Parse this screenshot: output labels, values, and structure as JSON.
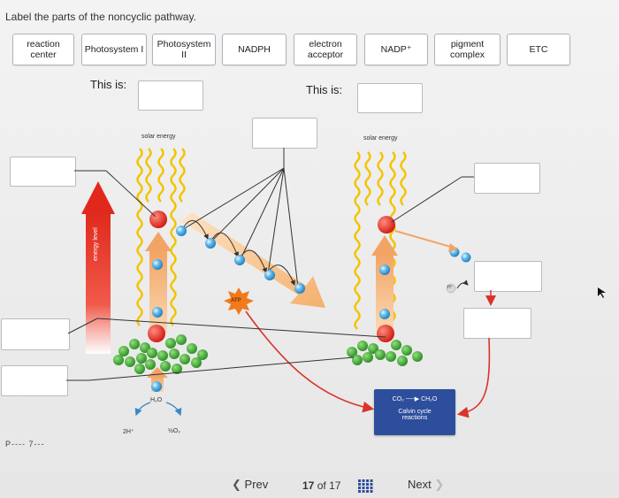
{
  "prompt": "Label the parts of the noncyclic pathway.",
  "chips": [
    {
      "text": "reaction\ncenter"
    },
    {
      "text": "Photosystem I"
    },
    {
      "text": "Photosystem\nII"
    },
    {
      "text": "NADPH"
    },
    {
      "text": "electron\nacceptor"
    },
    {
      "text": "NADP⁺"
    },
    {
      "text": "pigment\ncomplex"
    },
    {
      "text": "ETC"
    }
  ],
  "this_is_left": "This is:",
  "this_is_right": "This is:",
  "diagram": {
    "solar_energy_left": "solar energy",
    "solar_energy_right": "solar energy",
    "energy_level": "energy level",
    "atp": "ATP",
    "h2o": "H₂O",
    "two_h": "2H⁺",
    "half_o2": "½O₂",
    "h_plus": "H⁺",
    "calvin_eq_left": "CO₂",
    "calvin_eq_right": "CH₂O",
    "calvin_label": "Calvin cycle\nreactions"
  },
  "footer_left": "P---- 7---",
  "nav": {
    "prev": "Prev",
    "current": "17",
    "of": "of",
    "total": "17",
    "next": "Next"
  },
  "colors": {
    "chip_border": "#aeb4bb",
    "arrow_red": "#e0291c",
    "arrow_peach": "#f5b57a",
    "electron_blue": "#3a9ed8",
    "chlorophyll_green": "#3d9a32",
    "calvin_blue": "#2d4e9c"
  }
}
